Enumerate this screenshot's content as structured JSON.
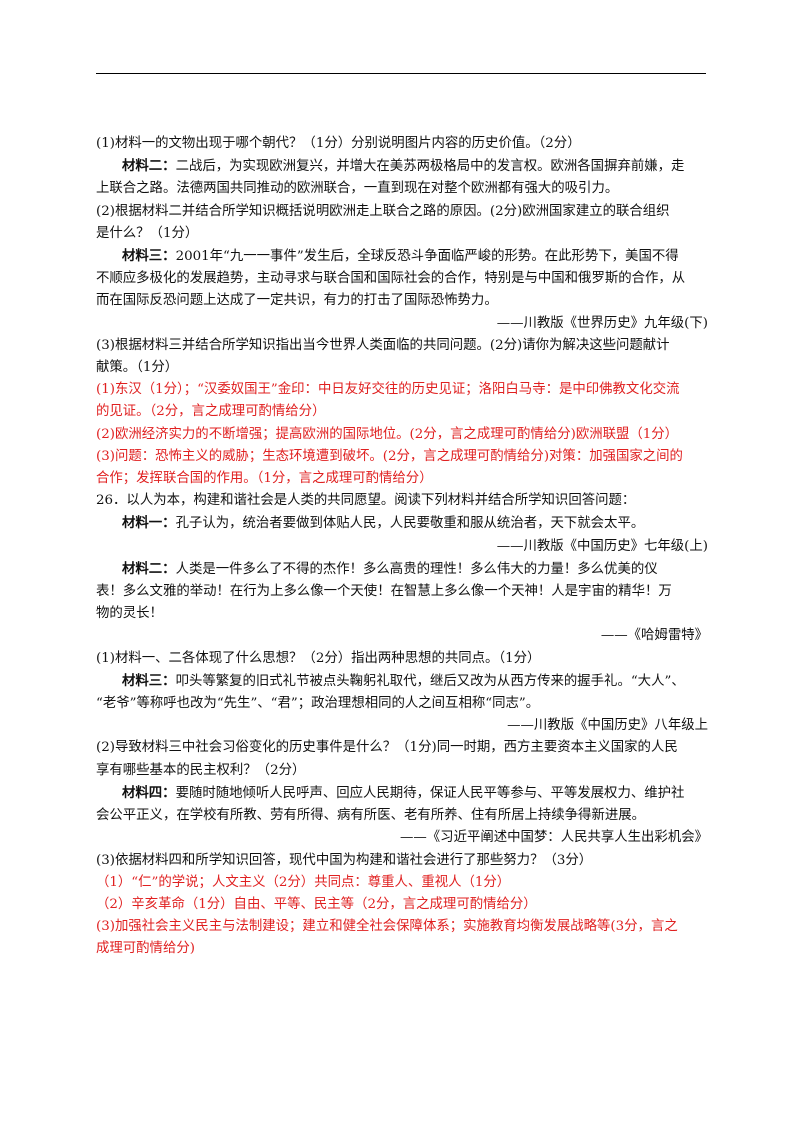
{
  "doc": {
    "q1_1": "(1)材料一的文物出现于哪个朝代？（1分）分别说明图片内容的历史价值。（2分）",
    "m2_label": "材料二：",
    "m2_text": "二战后，为实现欧洲复兴，并增大在美苏两极格局中的发言权。欧洲各国摒弃前嫌，走",
    "m2_text2": "上联合之路。法德两国共同推动的欧洲联合，一直到现在对整个欧洲都有强大的吸引力。",
    "q1_2a": "(2)根据材料二并结合所学知识概括说明欧洲走上联合之路的原因。(2分)欧洲国家建立的联合组织",
    "q1_2b": "是什么？（1分）",
    "m3_label": "材料三：",
    "m3_text": "2001年“九一一事件”发生后，全球反恐斗争面临严峻的形势。在此形势下，美国不得",
    "m3_text2": "不顺应多极化的发展趋势，主动寻求与联合国和国际社会的合作，特别是与中国和俄罗斯的合作，从",
    "m3_text3": "而在国际反恐问题上达成了一定共识，有力的打击了国际恐怖势力。",
    "m3_source": "——川教版《世界历史》九年级(下)",
    "q1_3a": "(3)根据材料三并结合所学知识指出当今世界人类面临的共同问题。(2分)请你为解决这些问题献计",
    "q1_3b": "献策。（1分）",
    "a1_1a": "(1)东汉（1分）；“汉委奴国王”金印：中日友好交往的历史见证；洛阳白马寺：是中印佛教文化交流",
    "a1_1b": "的见证。（2分，言之成理可酌情给分）",
    "a1_2": "(2)欧洲经济实力的不断增强；提高欧洲的国际地位。(2分，言之成理可酌情给分)欧洲联盟（1分）",
    "a1_3a": "(3)问题：恐怖主义的威胁；生态环境遭到破坏。(2分，言之成理可酌情给分)对策：加强国家之间的",
    "a1_3b": "合作；发挥联合国的作用。（1分，言之成理可酌情给分）",
    "q26": "26．以人为本，构建和谐社会是人类的共同愿望。阅读下列材料并结合所学知识回答问题：",
    "n1_label": "材料一：",
    "n1_text": "孔子认为，统治者要做到体贴人民，人民要敬重和服从统治者，天下就会太平。",
    "n1_source": "——川教版《中国历史》七年级(上)",
    "n2_label": "材料二：",
    "n2_text": "人类是一件多么了不得的杰作！多么高贵的理性！多么伟大的力量！多么优美的仪",
    "n2_text2": "表！多么文雅的举动！在行为上多么像一个天使！在智慧上多么像一个天神！人是宇宙的精华！万",
    "n2_text3": "物的灵长！",
    "n2_source": "——《哈姆雷特》",
    "q2_1": "(1)材料一、二各体现了什么思想？（2分）指出两种思想的共同点。（1分）",
    "n3_label": "材料三：",
    "n3_text": "叩头等繁复的旧式礼节被点头鞠躬礼取代，继后又改为从西方传来的握手礼。“大人”、",
    "n3_text2": "“老爷”等称呼也改为“先生”、“君”；政治理想相同的人之间互相称“同志”。",
    "n3_source": "——川教版《中国历史》八年级上",
    "q2_2a": "(2)导致材料三中社会习俗变化的历史事件是什么？（1分)同一时期，西方主要资本主义国家的人民",
    "q2_2b": "享有哪些基本的民主权利？（2分）",
    "n4_label": "材料四：",
    "n4_text": "要随时随地倾听人民呼声、回应人民期待，保证人民平等参与、平等发展权力、维护社",
    "n4_text2": "会公平正义，在学校有所教、劳有所得、病有所医、老有所养、住有所居上持续争得新进展。",
    "n4_source": "——《习近平阐述中国梦：人民共享人生出彩机会》",
    "q2_3": "(3)依据材料四和所学知识回答，现代中国为构建和谐社会进行了那些努力？（3分）",
    "a2_1": "（1）“仁”的学说；人文主义（2分）共同点：尊重人、重视人（1分）",
    "a2_2": "（2）辛亥革命（1分）自由、平等、民主等（2分，言之成理可酌情给分）",
    "a2_3a": "(3)加强社会主义民主与法制建设；建立和健全社会保障体系；实施教育均衡发展战略等(3分，言之",
    "a2_3b": "成理可酌情给分)"
  }
}
